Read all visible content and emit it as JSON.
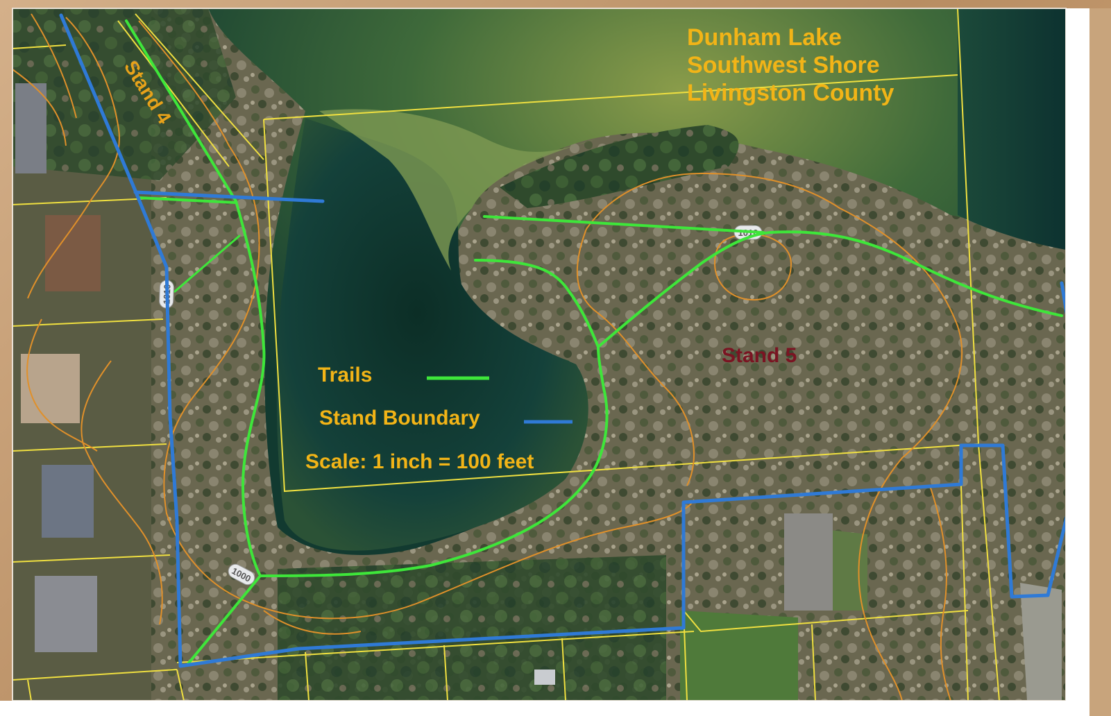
{
  "title": {
    "line1": "Dunham Lake",
    "line2": "Southwest Shore",
    "line3": "Livingston County"
  },
  "stands": {
    "stand4": "Stand 4",
    "stand5": "Stand 5"
  },
  "legend": {
    "trails_label": "Trails",
    "boundary_label": "Stand Boundary",
    "scale_text": "Scale: 1 inch = 100 feet"
  },
  "contours": {
    "label_a": "1010",
    "label_b": "1010",
    "label_c": "1000"
  },
  "colors": {
    "title": "#f2b417",
    "stand4": "#e8a21a",
    "stand5": "#7a1422",
    "legend_text": "#f2b417",
    "trail": "#3ee63a",
    "boundary": "#2f7ad6",
    "parcel": "#f0e040",
    "contour": "#e0902a",
    "water_deep": "#0f3a2e",
    "water_shallow": "#6f8f3a",
    "land": "#6d6a4e"
  }
}
